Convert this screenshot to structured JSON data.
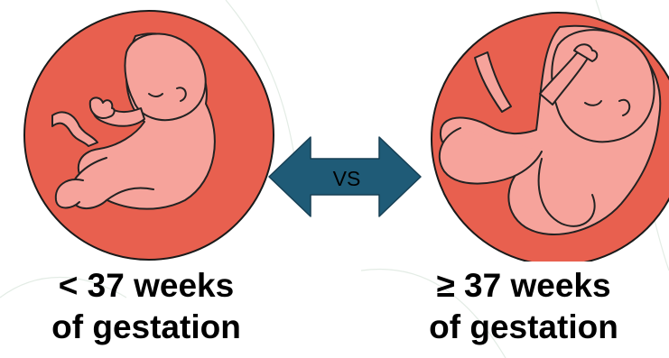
{
  "left": {
    "caption_line1": "< 37 weeks",
    "caption_line2": "of gestation",
    "fill": "#e8604f"
  },
  "right": {
    "caption_line1": "≥ 37 weeks",
    "caption_line2": "of gestation",
    "fill": "#e8604f"
  },
  "comparison": {
    "label": "VS",
    "arrow_color": "#1f5b77"
  },
  "colors": {
    "skin": "#f6a39b",
    "outline": "#222222",
    "circle_stroke": "#1a1a1a",
    "background_lines": "#dfe9e1"
  }
}
